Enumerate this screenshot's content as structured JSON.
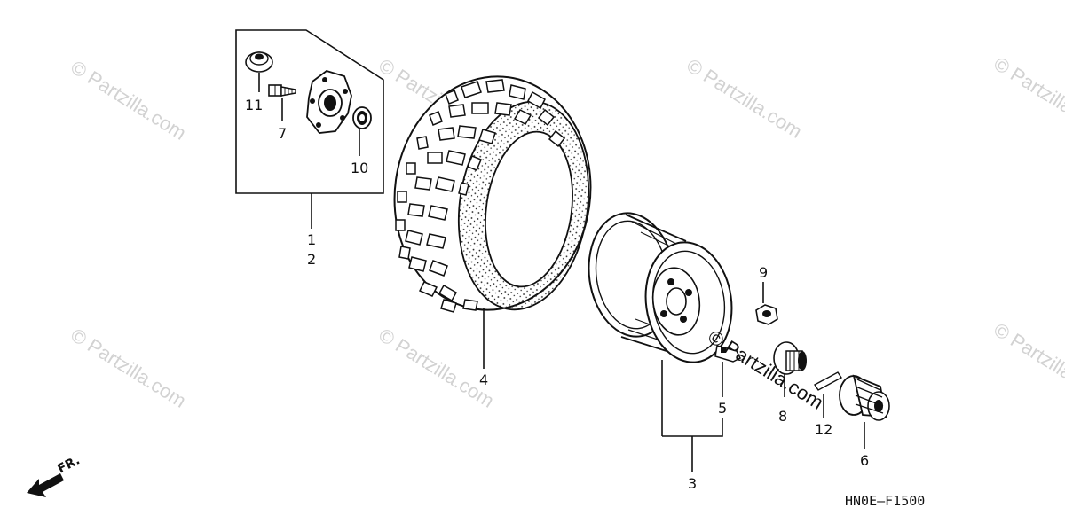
{
  "watermark": "© Partzilla.com",
  "diagram_code": "HN0E—F1500",
  "direction_label": "FR.",
  "callouts": {
    "c1": "1",
    "c2": "2",
    "c3": "3",
    "c4": "4",
    "c5": "5",
    "c6": "6",
    "c7": "7",
    "c8": "8",
    "c9": "9",
    "c10": "10",
    "c11": "11",
    "c12": "12"
  },
  "overlay_text": "© Partzilla.com"
}
